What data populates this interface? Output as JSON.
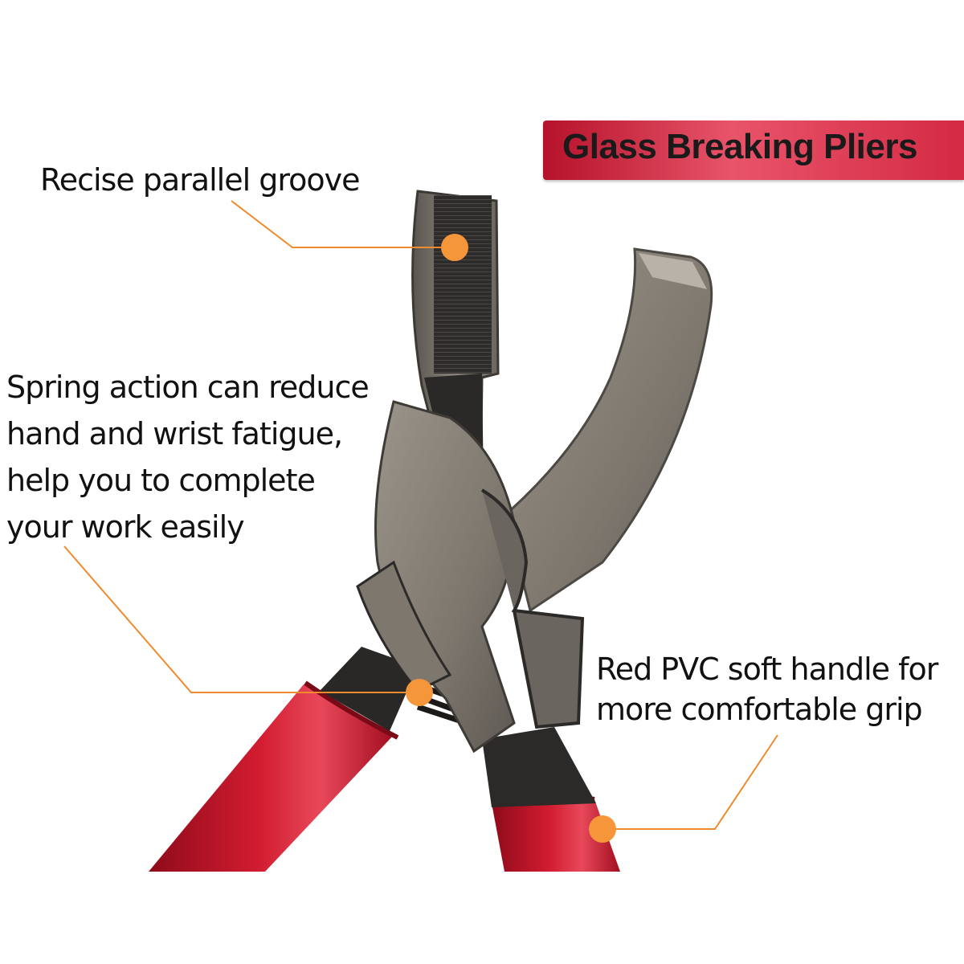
{
  "title": "Glass Breaking Pliers",
  "callouts": {
    "groove": "Recise parallel groove",
    "spring": [
      "Spring action can reduce",
      "hand and wrist fatigue,",
      "help you to complete",
      "your work easily"
    ],
    "handle": [
      "Red PVC soft handle for",
      "more comfortable grip"
    ]
  },
  "colors": {
    "banner": "#d42a44",
    "callout_line": "#f08a2e",
    "callout_dot": "#f5963a",
    "handle": "#c8142a",
    "steel": "#7a746c"
  }
}
